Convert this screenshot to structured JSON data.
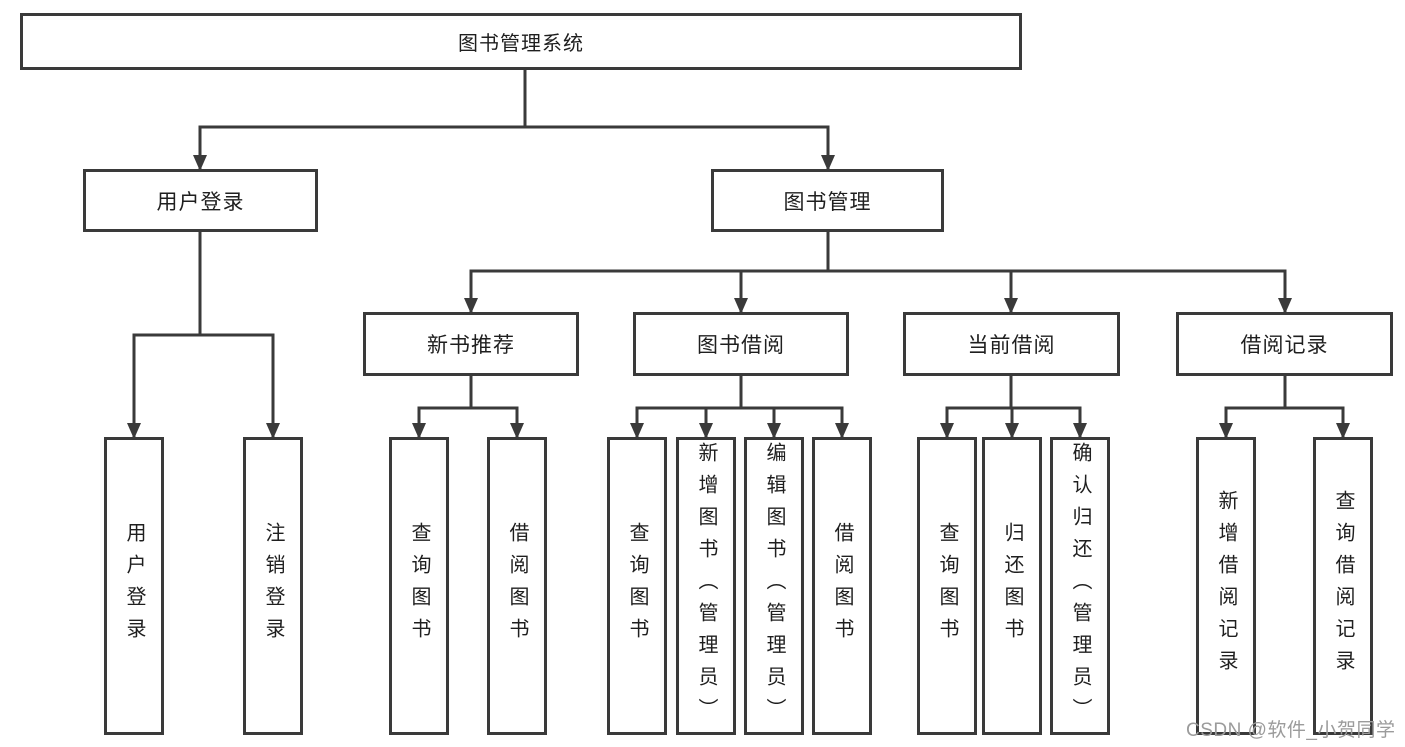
{
  "diagram": {
    "root": {
      "label": "图书管理系统"
    },
    "branches": [
      {
        "label": "用户登录",
        "children": [
          {
            "label": "用户登录"
          },
          {
            "label": "注销登录"
          }
        ]
      },
      {
        "label": "图书管理",
        "children": [
          {
            "label": "新书推荐",
            "children": [
              {
                "label": "查询图书"
              },
              {
                "label": "借阅图书"
              }
            ]
          },
          {
            "label": "图书借阅",
            "children": [
              {
                "label": "查询图书"
              },
              {
                "label": "新增图书（管理员）"
              },
              {
                "label": "编辑图书（管理员）"
              },
              {
                "label": "借阅图书"
              }
            ]
          },
          {
            "label": "当前借阅",
            "children": [
              {
                "label": "查询图书"
              },
              {
                "label": "归还图书"
              },
              {
                "label": "确认归还（管理员）"
              }
            ]
          },
          {
            "label": "借阅记录",
            "children": [
              {
                "label": "新增借阅记录"
              },
              {
                "label": "查询借阅记录"
              }
            ]
          }
        ]
      }
    ],
    "watermark": "CSDN @软件_小贺同学",
    "colors": {
      "line": "#3a3a3a",
      "text": "#1f1f1f",
      "watermark": "#9b9b9b",
      "background": "#ffffff"
    }
  }
}
